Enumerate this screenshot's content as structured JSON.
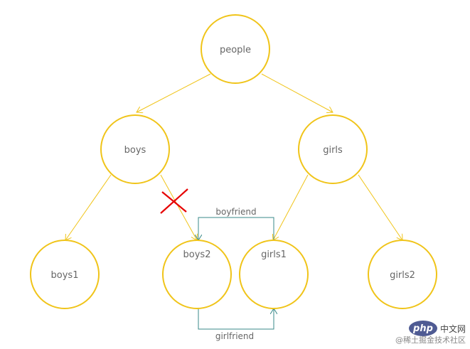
{
  "nodes": {
    "people": "people",
    "boys": "boys",
    "girls": "girls",
    "boys1": "boys1",
    "boys2": "boys2",
    "girls1": "girls1",
    "girls2": "girls2"
  },
  "relations": {
    "boyfriend": "boyfriend",
    "girlfriend": "girlfriend"
  },
  "watermark": {
    "logo": "php",
    "site": "中文网",
    "credit": "@稀土掘金技术社区"
  },
  "colors": {
    "node_stroke": "#f0c419",
    "relation_line": "#3a8a8a",
    "cross": "#e60000"
  }
}
